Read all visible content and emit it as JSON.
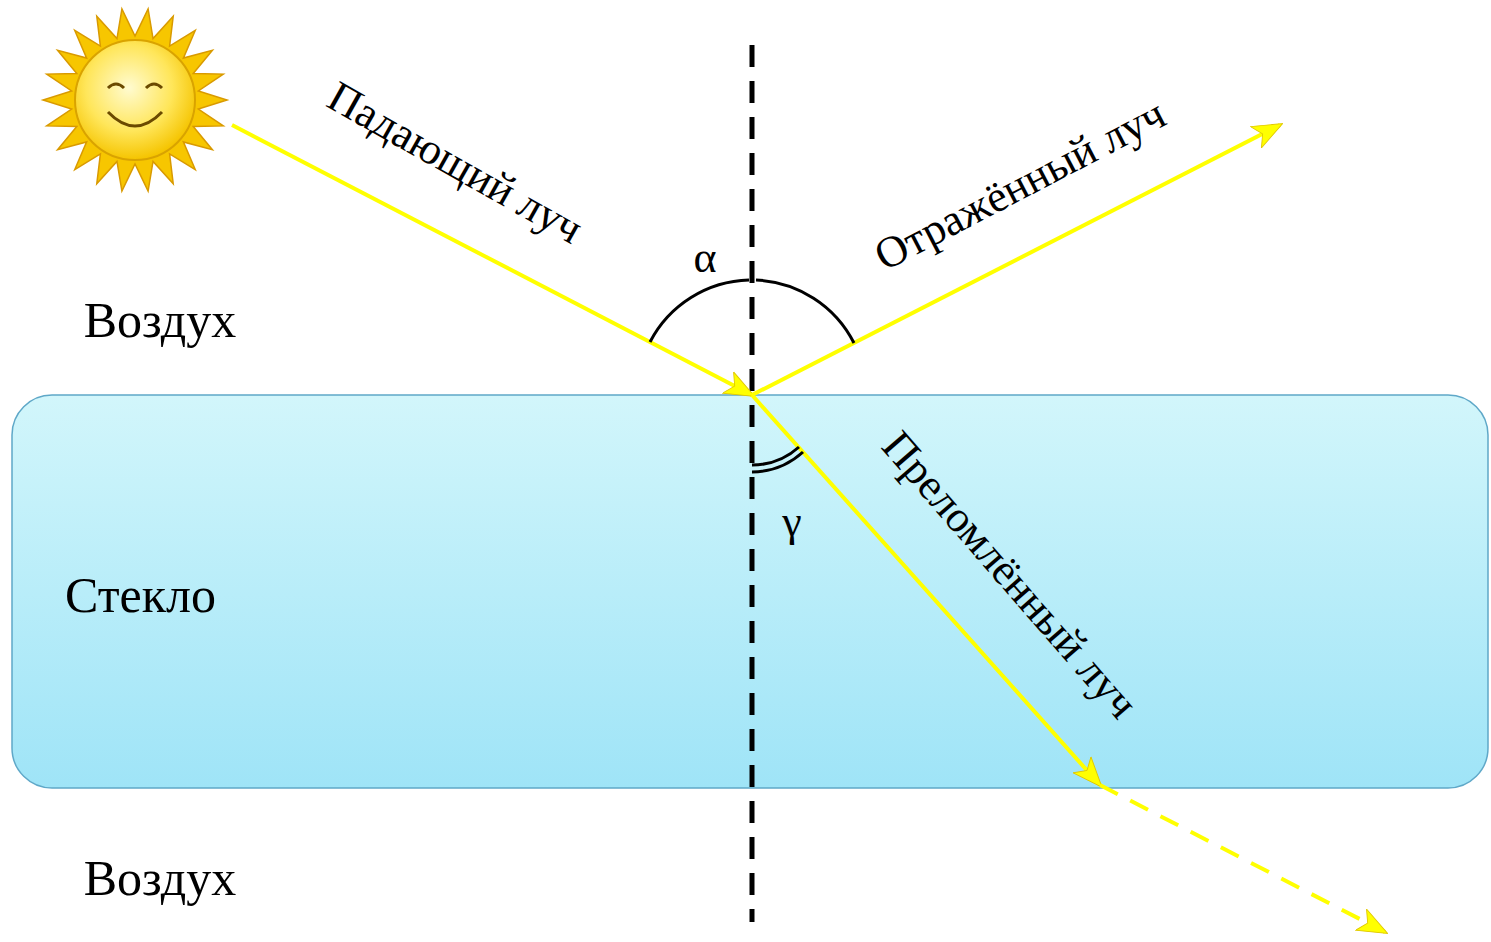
{
  "diagram": {
    "nodes": [
      {
        "text": [
          "Стекло"
        ]
      }
    ],
    "labels": [
      "Падающий луч",
      "Отражённый луч",
      "α",
      "Воздух",
      "Преломлённый луч",
      "γ",
      "Воздух"
    ]
  }
}
